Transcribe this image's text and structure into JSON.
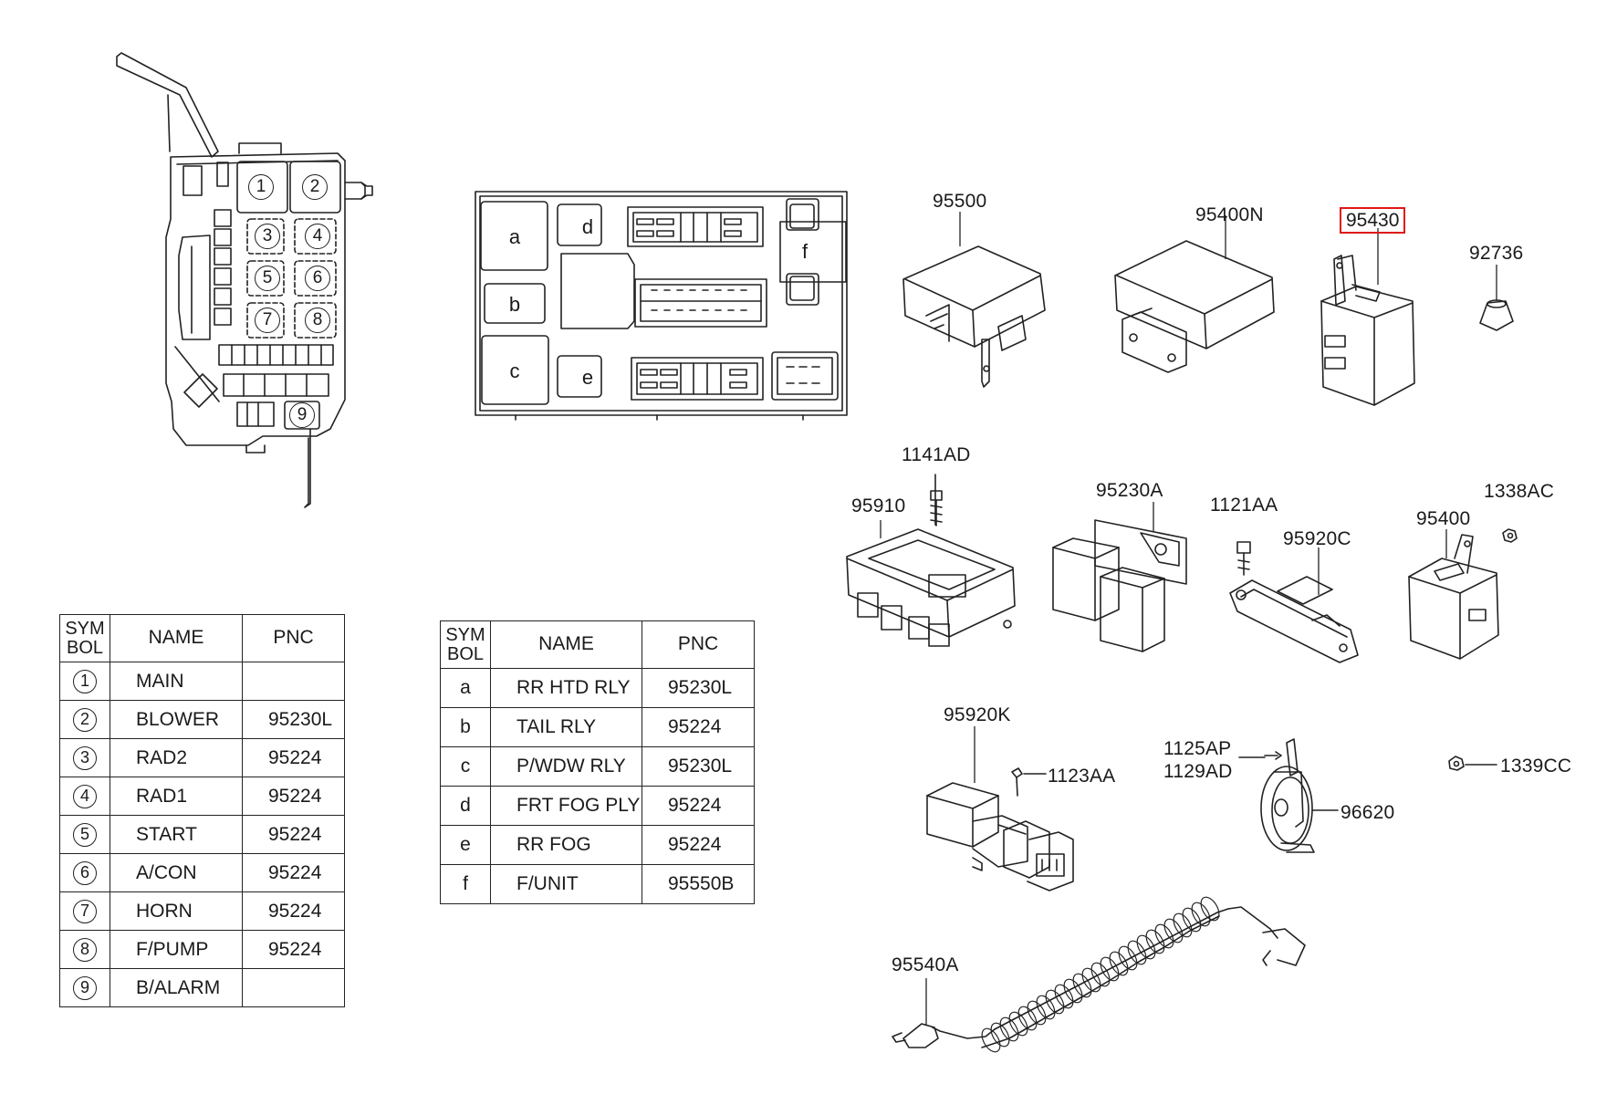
{
  "highlight_color": "#e01818",
  "fuse_box": {
    "positions": [
      "1",
      "2",
      "3",
      "4",
      "5",
      "6",
      "7",
      "8",
      "9"
    ]
  },
  "junction_box": {
    "slots": {
      "a": "a",
      "b": "b",
      "c": "c",
      "d": "d",
      "e": "e",
      "f": "f"
    }
  },
  "callouts": {
    "p95500": "95500",
    "p95400n": "95400N",
    "p95430": "95430",
    "p92736": "92736",
    "p1141ad": "1141AD",
    "p95910": "95910",
    "p95230a": "95230A",
    "p1121aa": "1121AA",
    "p95920c": "95920C",
    "p1338ac": "1338AC",
    "p95400": "95400",
    "p95920k": "95920K",
    "p1123aa": "1123AA",
    "p1125ap": "1125AP",
    "p1129ad": "1129AD",
    "p1339cc": "1339CC",
    "p96620": "96620",
    "p95540a": "95540A"
  },
  "left_table": {
    "headers": {
      "sym": "SYM\nBOL",
      "name": "NAME",
      "pnc": "PNC"
    },
    "rows": [
      {
        "sym": "1",
        "name": "MAIN",
        "pnc": ""
      },
      {
        "sym": "2",
        "name": "BLOWER",
        "pnc": "95230L"
      },
      {
        "sym": "3",
        "name": "RAD2",
        "pnc": "95224"
      },
      {
        "sym": "4",
        "name": "RAD1",
        "pnc": "95224"
      },
      {
        "sym": "5",
        "name": "START",
        "pnc": "95224"
      },
      {
        "sym": "6",
        "name": "A/CON",
        "pnc": "95224"
      },
      {
        "sym": "7",
        "name": "HORN",
        "pnc": "95224"
      },
      {
        "sym": "8",
        "name": "F/PUMP",
        "pnc": "95224"
      },
      {
        "sym": "9",
        "name": "B/ALARM",
        "pnc": ""
      }
    ]
  },
  "right_table": {
    "headers": {
      "sym": "SYM\nBOL",
      "name": "NAME",
      "pnc": "PNC"
    },
    "rows": [
      {
        "sym": "a",
        "name": "RR HTD RLY",
        "pnc": "95230L"
      },
      {
        "sym": "b",
        "name": "TAIL RLY",
        "pnc": "95224"
      },
      {
        "sym": "c",
        "name": "P/WDW RLY",
        "pnc": "95230L"
      },
      {
        "sym": "d",
        "name": "FRT FOG PLY",
        "pnc": "95224"
      },
      {
        "sym": "e",
        "name": "RR FOG",
        "pnc": "95224"
      },
      {
        "sym": "f",
        "name": "F/UNIT",
        "pnc": "95550B"
      }
    ]
  }
}
